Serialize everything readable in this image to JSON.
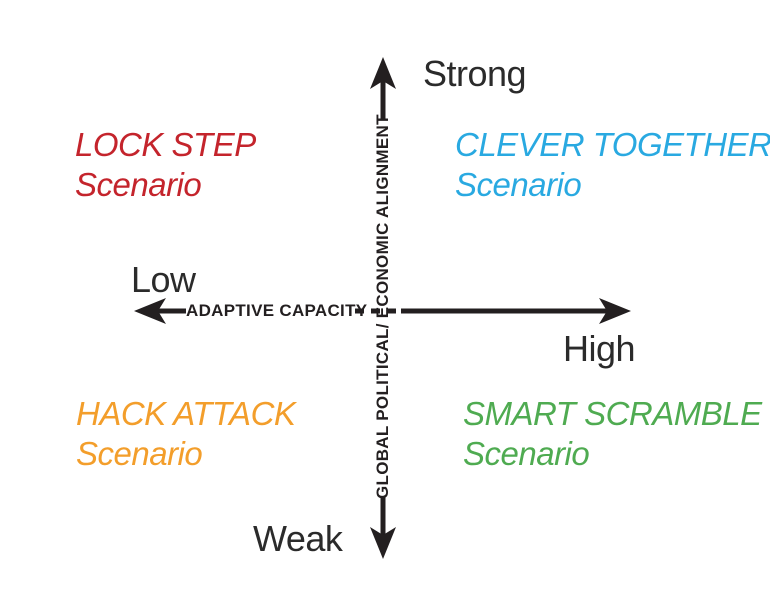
{
  "axes": {
    "vertical": {
      "label": "GLOBAL POLITICAL/ ECONOMIC ALIGNMENT",
      "top_end_label": "Strong",
      "bottom_end_label": "Weak"
    },
    "horizontal": {
      "label": "ADAPTIVE CAPACITY",
      "left_end_label": "Low",
      "right_end_label": "High"
    }
  },
  "quadrants": {
    "top_left": {
      "title": "LOCK STEP",
      "subtitle": "Scenario",
      "color": "#C4242C"
    },
    "top_right": {
      "title": "CLEVER TOGETHER",
      "subtitle": "Scenario",
      "color": "#29A9E1"
    },
    "bottom_left": {
      "title": "HACK ATTACK",
      "subtitle": "Scenario",
      "color": "#F39E2B"
    },
    "bottom_right": {
      "title": "SMART SCRAMBLE",
      "subtitle": "Scenario",
      "color": "#4FAB51"
    }
  },
  "colors": {
    "ink": "#231F20",
    "background": "#FFFFFF"
  }
}
